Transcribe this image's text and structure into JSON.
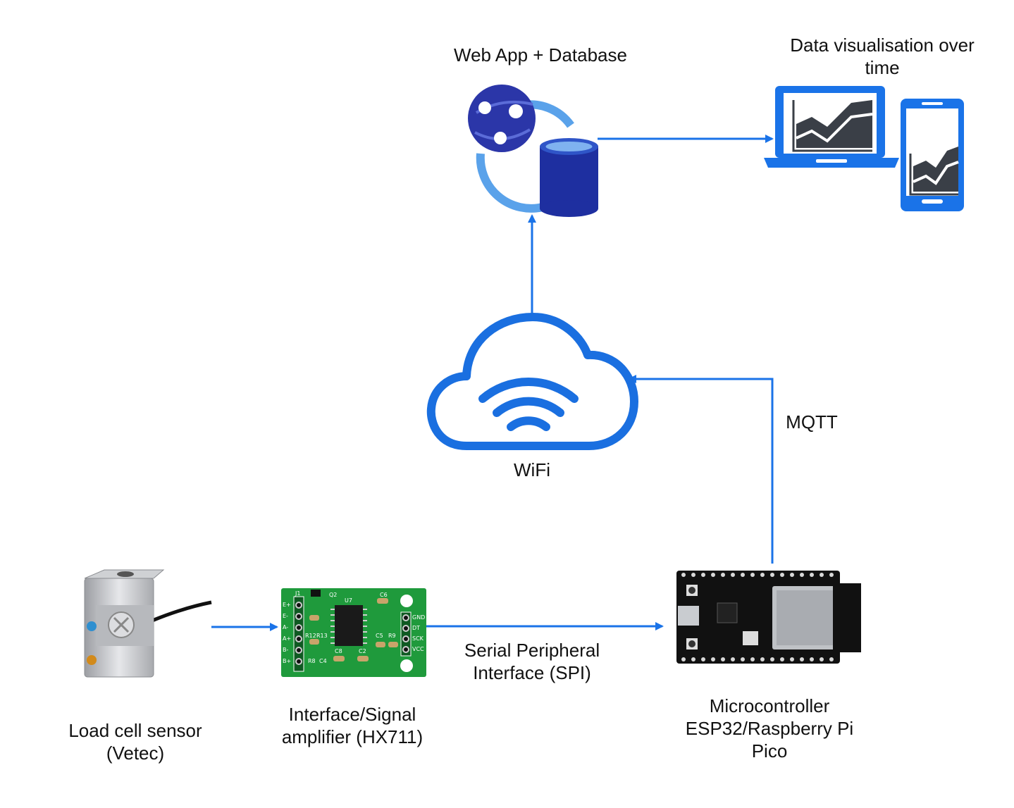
{
  "labels": {
    "webapp": "Web App + Database",
    "dataviz_line1": "Data visualisation over",
    "dataviz_line2": "time",
    "wifi": "WiFi",
    "mqtt": "MQTT",
    "loadcell_line1": "Load cell sensor",
    "loadcell_line2": "(Vetec)",
    "amp_line1": "Interface/Signal",
    "amp_line2": "amplifier (HX711)",
    "spi_line1": "Serial Peripheral",
    "spi_line2": "Interface (SPI)",
    "mcu_line1": "Microcontroller",
    "mcu_line2": "ESP32/Raspberry Pi",
    "mcu_line3": "Pico"
  },
  "hx711": {
    "chip": "U7",
    "pins_left": [
      "E+",
      "E-",
      "A-",
      "A+",
      "B-",
      "B+"
    ],
    "pins_right": [
      "GND",
      "DT",
      "SCK",
      "VCC"
    ],
    "parts": [
      "J1",
      "Q2",
      "C6",
      "C5",
      "R9",
      "C8",
      "C2",
      "R8",
      "C4",
      "R12",
      "R13"
    ]
  },
  "colors": {
    "arrow": "#1a73e8",
    "cloud": "#1a6fe0",
    "device": "#1a73e8",
    "chart_fill": "#3a3f47",
    "pcb_green": "#1f9a3c",
    "db_dark": "#1e2fa0",
    "db_light": "#7fb2f0"
  }
}
